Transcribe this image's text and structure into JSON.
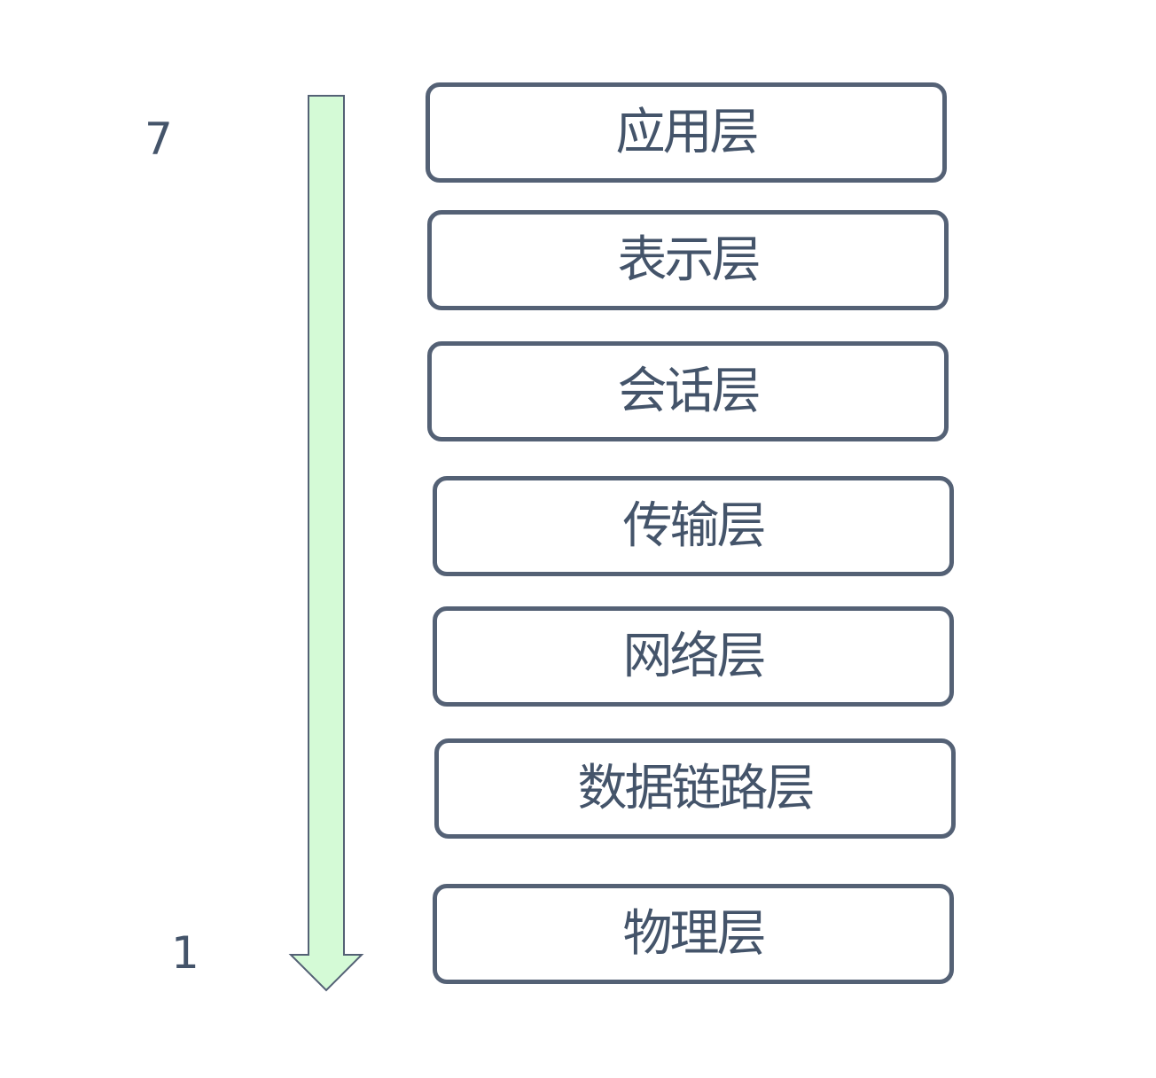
{
  "colors": {
    "arrow_fill": "#d4fad6",
    "arrow_stroke": "#546175",
    "box_border": "#546175",
    "text": "#44546a"
  },
  "scale": {
    "top_number": "7",
    "bottom_number": "1"
  },
  "layers": [
    {
      "label": "应用层"
    },
    {
      "label": "表示层"
    },
    {
      "label": "会话层"
    },
    {
      "label": "传输层"
    },
    {
      "label": "网络层"
    },
    {
      "label": "数据链路层"
    },
    {
      "label": "物理层"
    }
  ]
}
